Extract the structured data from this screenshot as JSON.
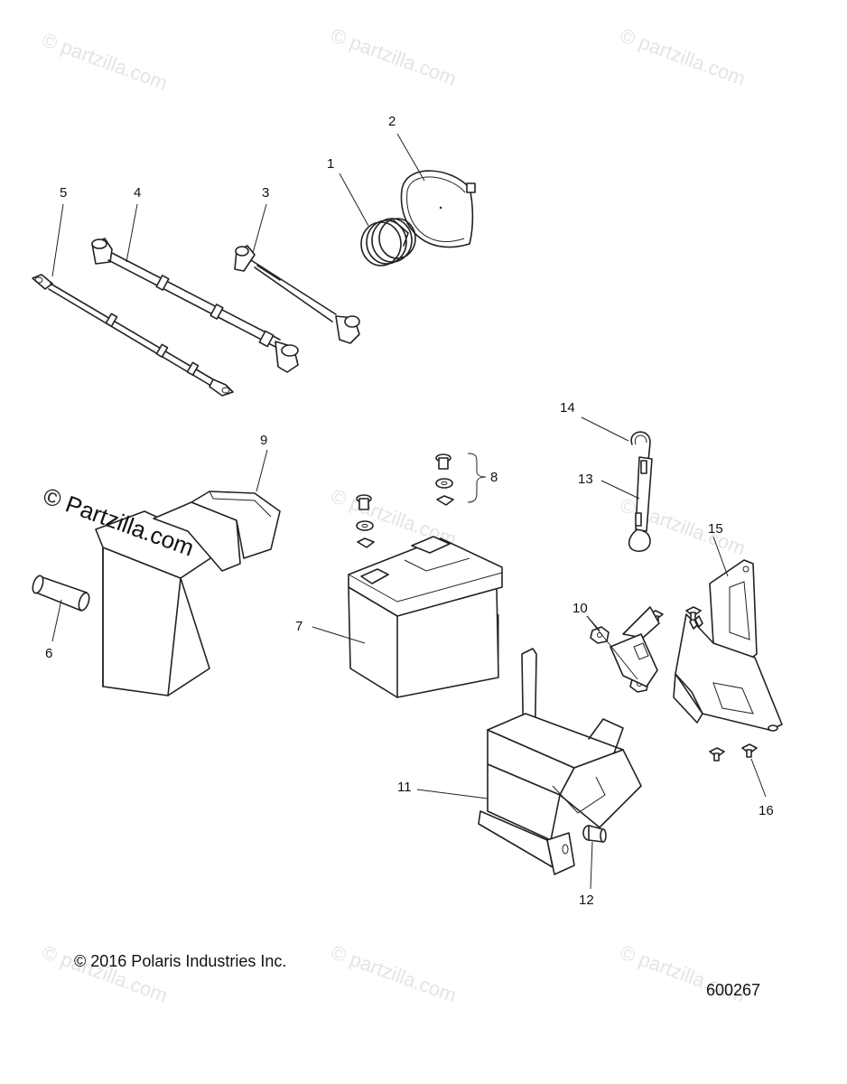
{
  "watermark": {
    "text": "© Partzilla.com",
    "text_lower": "© partzilla.com"
  },
  "callouts": [
    "1",
    "2",
    "3",
    "4",
    "5",
    "6",
    "7",
    "8",
    "9",
    "10",
    "11",
    "12",
    "13",
    "14",
    "15",
    "16"
  ],
  "footer": {
    "copyright": "© 2016 Polaris Industries Inc.",
    "diagram_number": "600267"
  }
}
